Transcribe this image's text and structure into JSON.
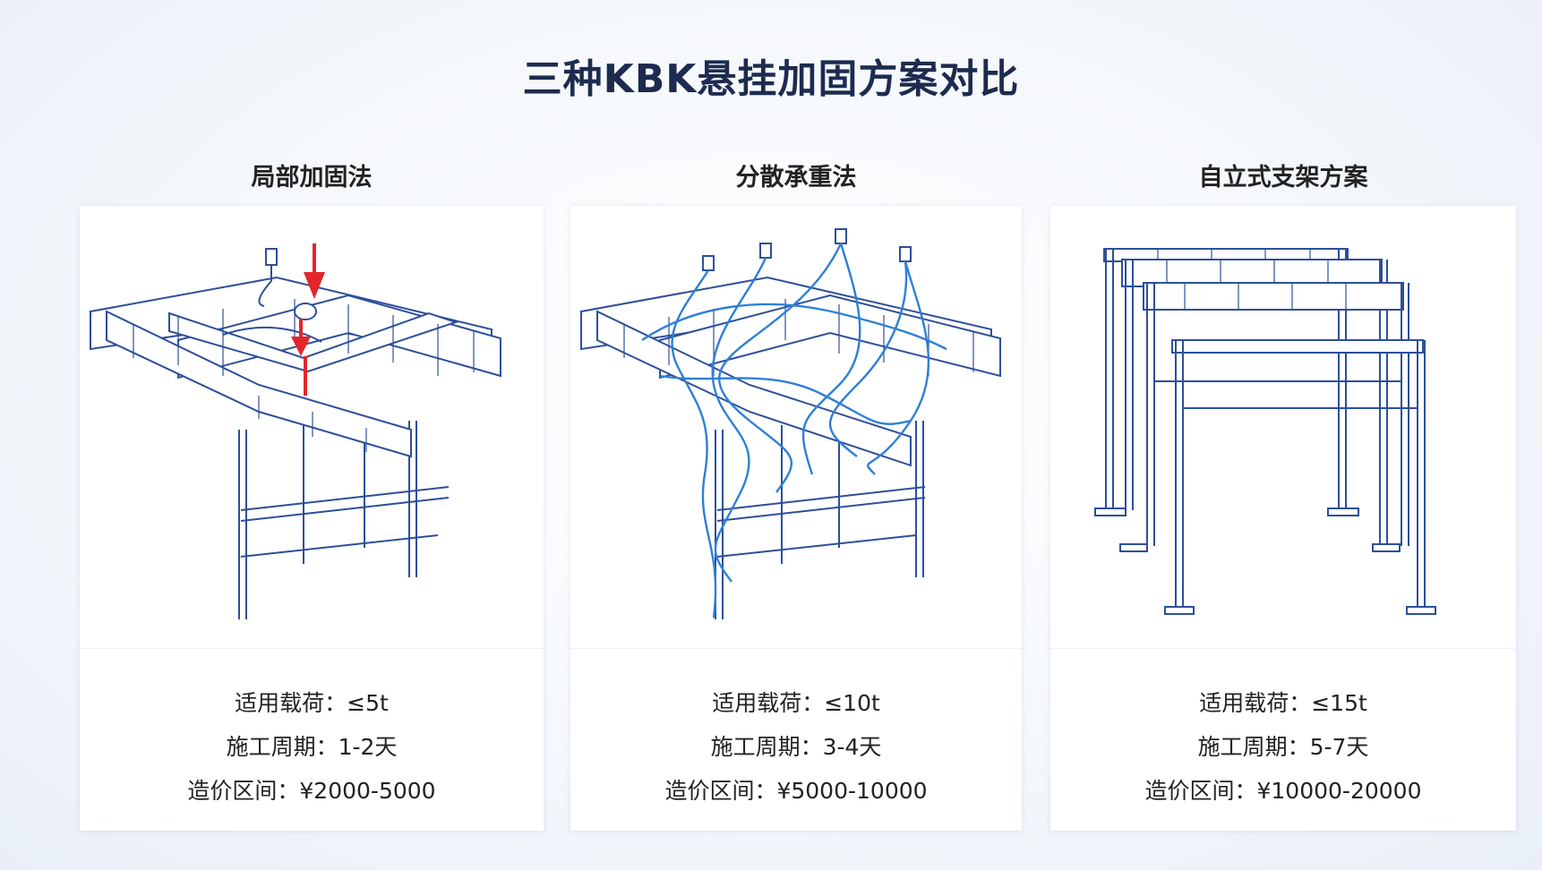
{
  "title": "三种KBK悬挂加固方案对比",
  "panels": [
    {
      "name": "局部加固法",
      "load": "适用载荷：≤5t",
      "period": "施工周期：1-2天",
      "cost": "造价区间：¥2000-5000"
    },
    {
      "name": "分散承重法",
      "load": "适用载荷：≤10t",
      "period": "施工周期：3-4天",
      "cost": "造价区间：¥5000-10000"
    },
    {
      "name": "自立式支架方案",
      "load": "适用载荷：≤15t",
      "period": "施工周期：5-7天",
      "cost": "造价区间：¥10000-20000"
    }
  ],
  "colors": {
    "title": "#1d2b4f",
    "drawing_line": "#2d4f9a",
    "rope": "#2f7fd6",
    "arrow": "#e3262b"
  }
}
